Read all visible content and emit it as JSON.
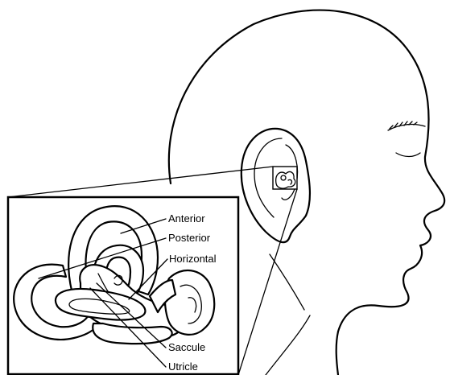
{
  "diagram": {
    "labels": {
      "anterior": "Anterior",
      "posterior": "Posterior",
      "horizontal": "Horizontal",
      "saccule": "Saccule",
      "utricle": "Utricle"
    }
  }
}
